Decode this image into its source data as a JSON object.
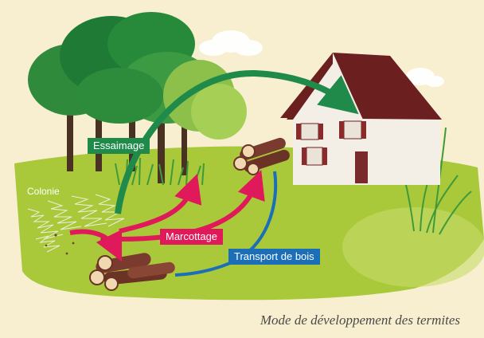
{
  "labels": {
    "essaimage": "Essaimage",
    "colonie": "Colonie",
    "marcottage": "Marcottage",
    "transport": "Transport de bois"
  },
  "caption": "Mode de développement des termites",
  "colors": {
    "background": "#f7efcf",
    "grass": "#a9c93a",
    "essaimage": "#1f8a4a",
    "marcottage": "#e0195a",
    "transport": "#1b6fb8",
    "roof": "#6b1f1f",
    "wall": "#f4efe6",
    "wood": "#7a3b2e"
  },
  "icons": [
    "tree-icon",
    "house-icon",
    "log-pile-icon",
    "grass-icon",
    "cloud-icon",
    "arrow-icon"
  ]
}
